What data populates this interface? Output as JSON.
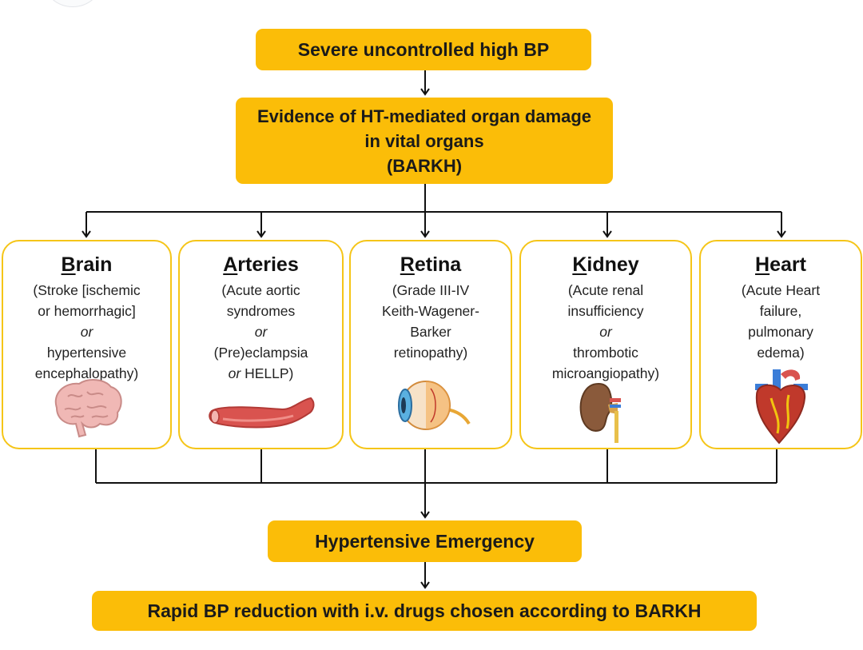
{
  "top_box": "Severe uncontrolled high BP",
  "evidence_box": {
    "line1": "Evidence of HT-mediated organ damage",
    "line2": "in vital organs",
    "line3": "(BARKH)"
  },
  "organs": [
    {
      "key": "brain",
      "initial": "B",
      "rest": "rain",
      "lines": [
        "(Stroke [ischemic",
        "or hemorrhagic]",
        "or",
        "hypertensive",
        "encephalopathy)"
      ],
      "icon": "brain-icon"
    },
    {
      "key": "arteries",
      "initial": "A",
      "rest": "rteries",
      "lines": [
        "(Acute aortic",
        "syndromes",
        "or",
        "(Pre)eclampsia",
        "or HELLP)"
      ],
      "icon": "artery-icon"
    },
    {
      "key": "retina",
      "initial": "R",
      "rest": "etina",
      "lines": [
        "(Grade III-IV",
        "Keith-Wagener-",
        "Barker",
        "retinopathy)"
      ],
      "icon": "eye-icon"
    },
    {
      "key": "kidney",
      "initial": "K",
      "rest": "idney",
      "lines": [
        "(Acute renal",
        "insufficiency",
        "or",
        "thrombotic",
        "microangiopathy)"
      ],
      "icon": "kidney-icon"
    },
    {
      "key": "heart",
      "initial": "H",
      "rest": "eart",
      "lines": [
        "(Acute Heart",
        "failure,",
        "pulmonary",
        "edema)"
      ],
      "icon": "heart-icon"
    }
  ],
  "emergency_box": "Hypertensive Emergency",
  "treatment_box": "Rapid BP reduction with i.v. drugs chosen according to BARKH",
  "colors": {
    "box_fill": "#fbbd08",
    "organ_border": "#f5c518",
    "connector": "#111111"
  }
}
